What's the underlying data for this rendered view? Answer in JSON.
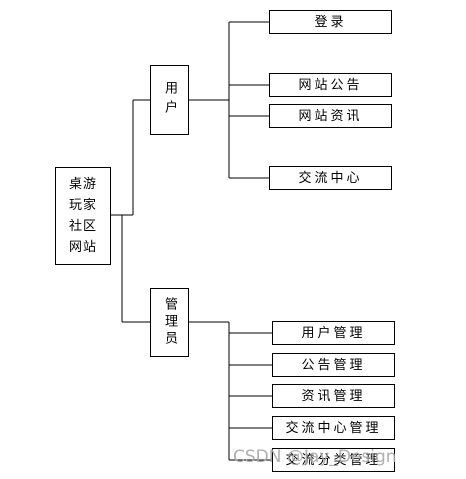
{
  "diagram": {
    "root": {
      "label": "桌游\n玩家\n社区\n网站"
    },
    "branches": [
      {
        "label": "用户",
        "children": [
          "登录",
          "网站公告",
          "网站资讯",
          "交流中心"
        ]
      },
      {
        "label": "管理员",
        "children": [
          "用户管理",
          "公告管理",
          "资讯管理",
          "交流中心管理",
          "交流分类管理"
        ]
      }
    ]
  },
  "watermark": "CSDN @Jay_Design"
}
